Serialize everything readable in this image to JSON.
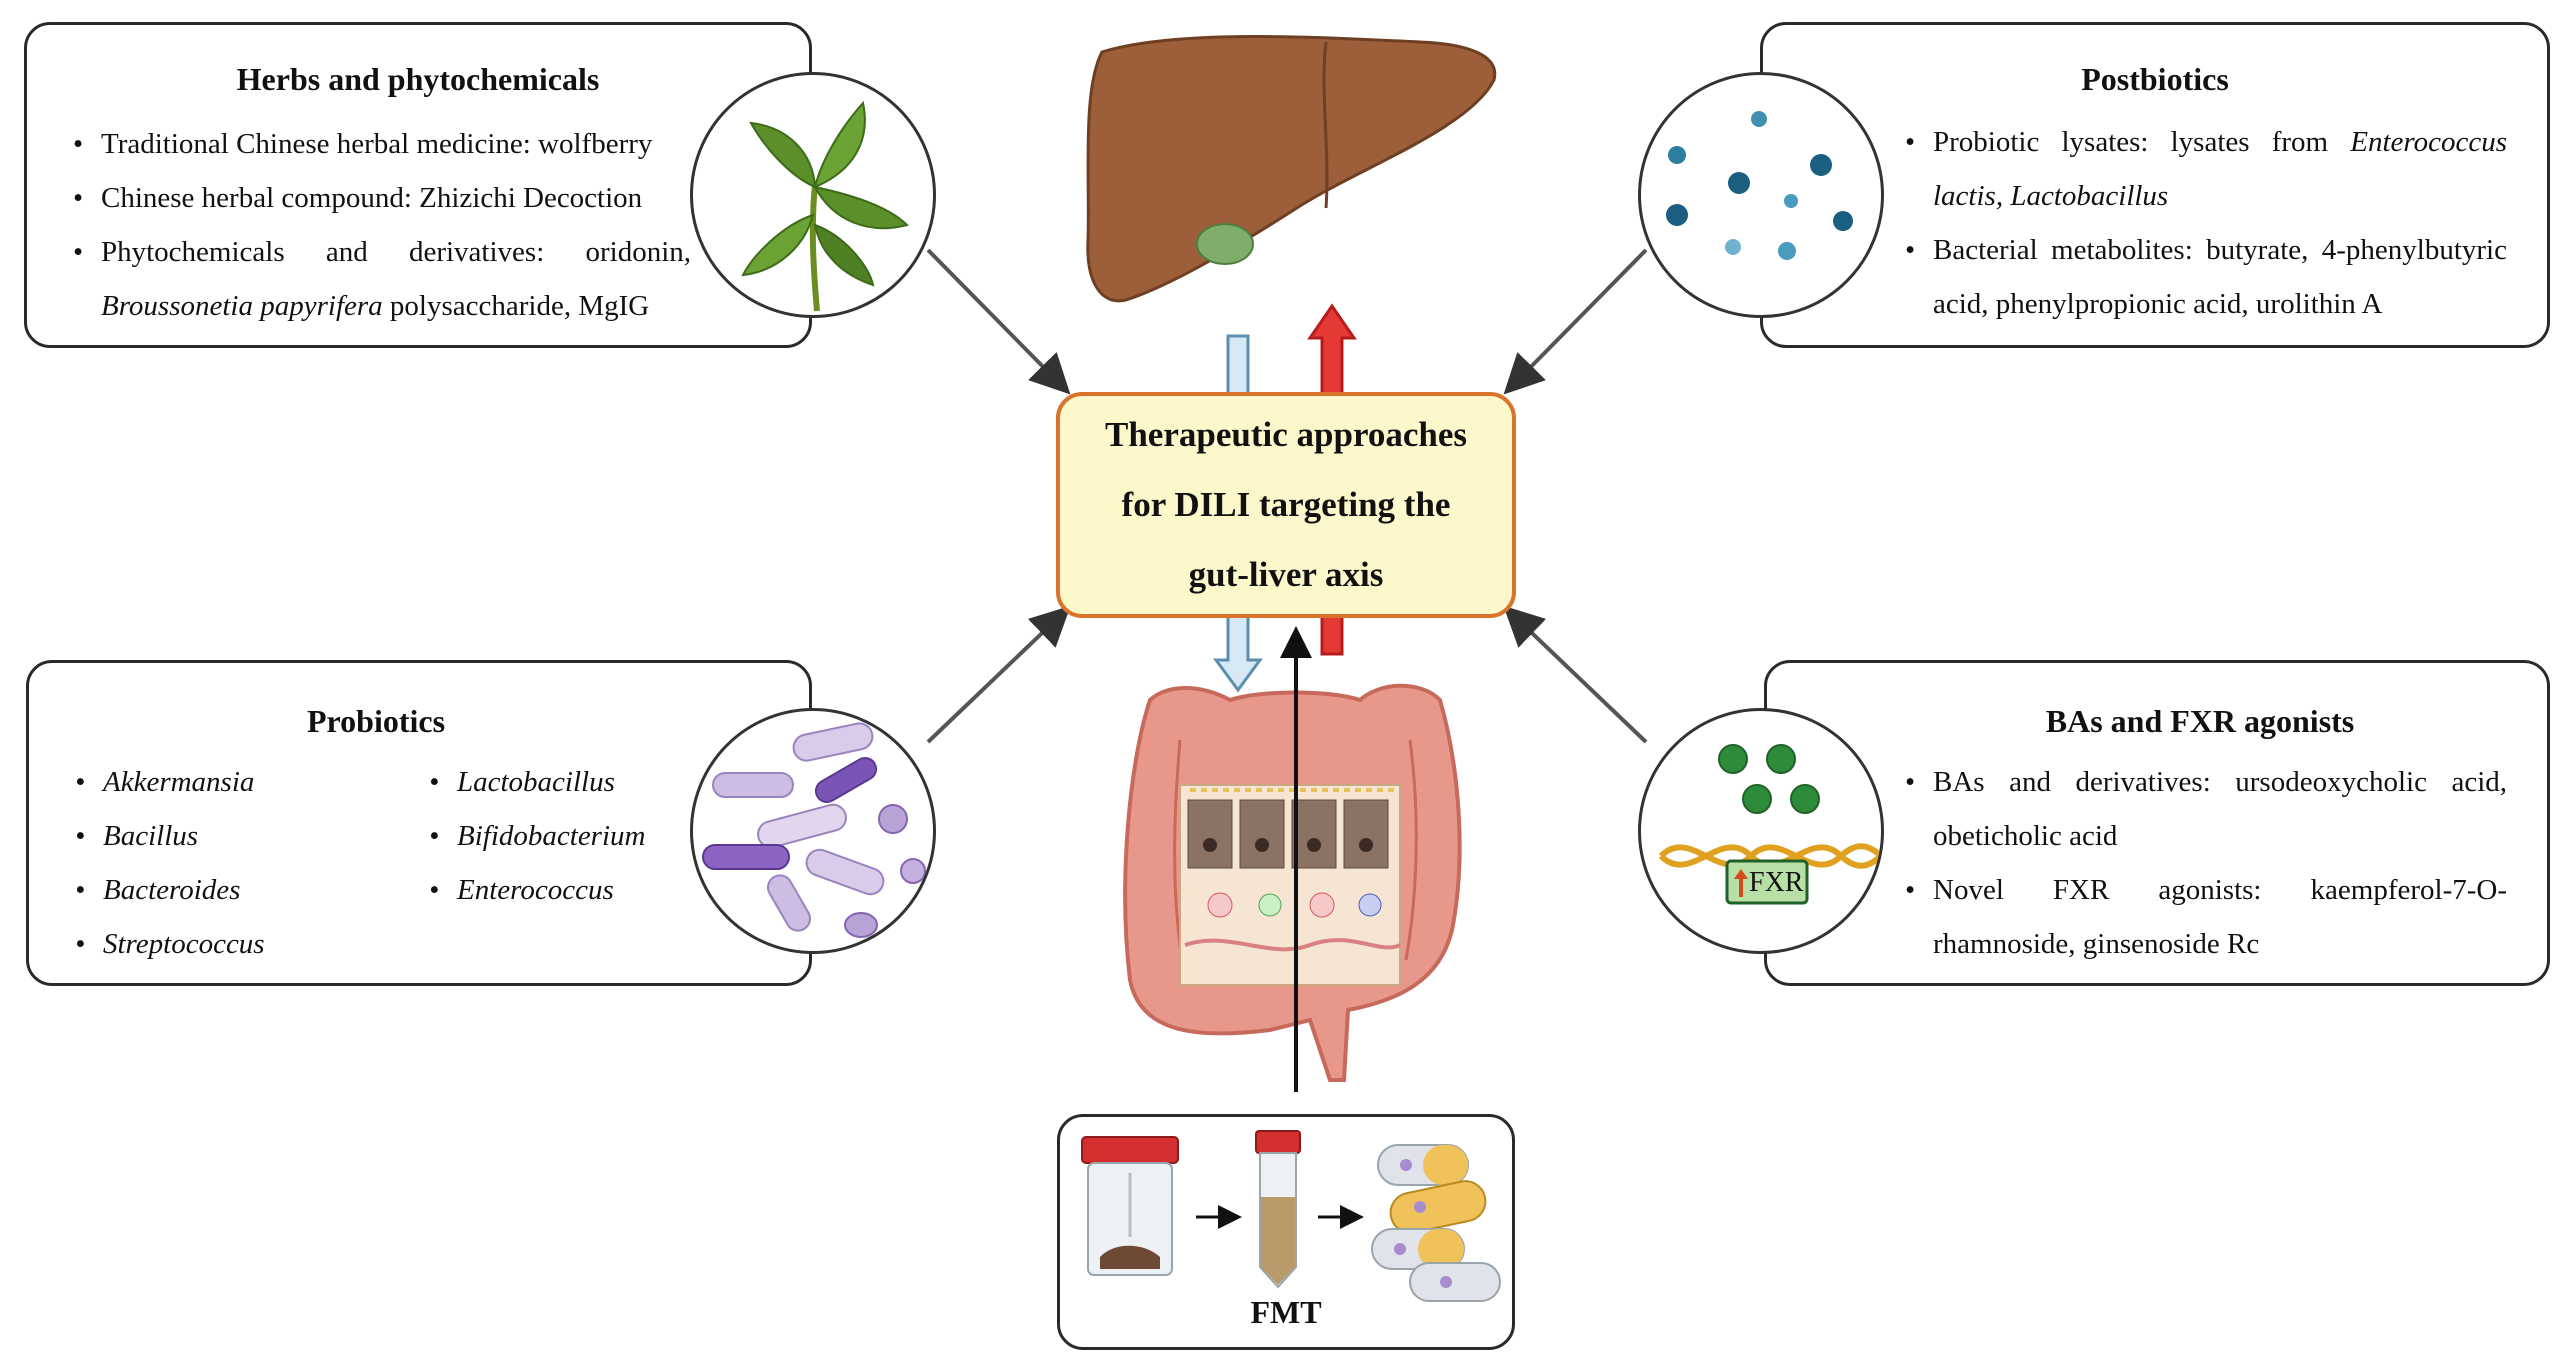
{
  "center_title": [
    "Therapeutic approaches",
    "for DILI targeting the",
    "gut-liver axis"
  ],
  "herbs": {
    "title": "Herbs and phytochemicals",
    "item1": "Traditional Chinese herbal medicine: wolfberry",
    "item2": "Chinese herbal compound: Zhizichi Decoction",
    "item3_a": "Phytochemicals and derivatives:  oridonin,",
    "item3_b_italic": "Broussonetia papyrifera",
    "item3_c": " polysaccharide, MgIG"
  },
  "postbiotics": {
    "title": "Postbiotics",
    "item1_a": "Probiotic lysates: lysates from ",
    "item1_b_italic": "Enterococcus lactis, Lactobacillus",
    "item2": "Bacterial metabolites: butyrate, 4-phenylbutyric acid, phenylpropionic acid, urolithin A"
  },
  "probiotics": {
    "title": "Probiotics",
    "col1": [
      "Akkermansia",
      "Bacillus",
      "Bacteroides",
      "Streptococcus"
    ],
    "col2": [
      "Lactobacillus",
      "Bifidobacterium",
      "Enterococcus"
    ]
  },
  "bas": {
    "title": "BAs and FXR agonists",
    "item1": "BAs and derivatives: ursodeoxycholic acid, obeticholic acid",
    "item2": "Novel FXR agonists: kaempferol-7-O-rhamnoside, ginsenoside Rc",
    "fxr_label": "FXR"
  },
  "fmt": {
    "label": "FMT"
  },
  "colors": {
    "center_fill": "#fdf7cc",
    "center_border": "#d9742a",
    "liver": "#9c5f3a",
    "gallbladder": "#7fae6a",
    "down_arrow": "#d7e9f5",
    "up_arrow": "#e53935",
    "intestine": "#e8988a",
    "bacteria": "#b9a3d6",
    "postbiotic_dot": "#1f6f8b",
    "ba_dot": "#2e8b3a"
  }
}
